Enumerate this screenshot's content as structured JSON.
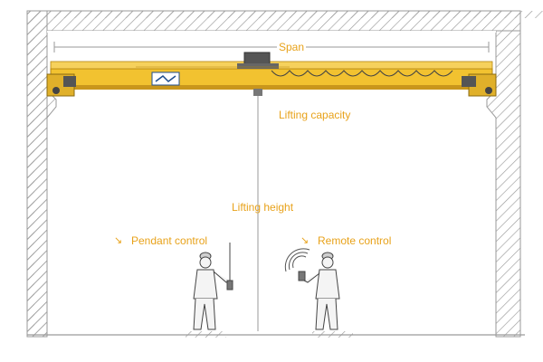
{
  "labels": {
    "span": "Span",
    "lifting_capacity": "Lifting capacity",
    "lifting_height": "Lifting height",
    "pendant_control": "Pendant control",
    "remote_control": "Remote control"
  },
  "colors": {
    "label": "#e8a21a",
    "girder": "#f2c230",
    "girder_shadow": "#c9961c",
    "wall_line": "#9a9a9a",
    "figure": "#444444"
  },
  "icons": {
    "pendant_arrow": "arrow-down-right",
    "remote_arrow": "arrow-down-right"
  }
}
